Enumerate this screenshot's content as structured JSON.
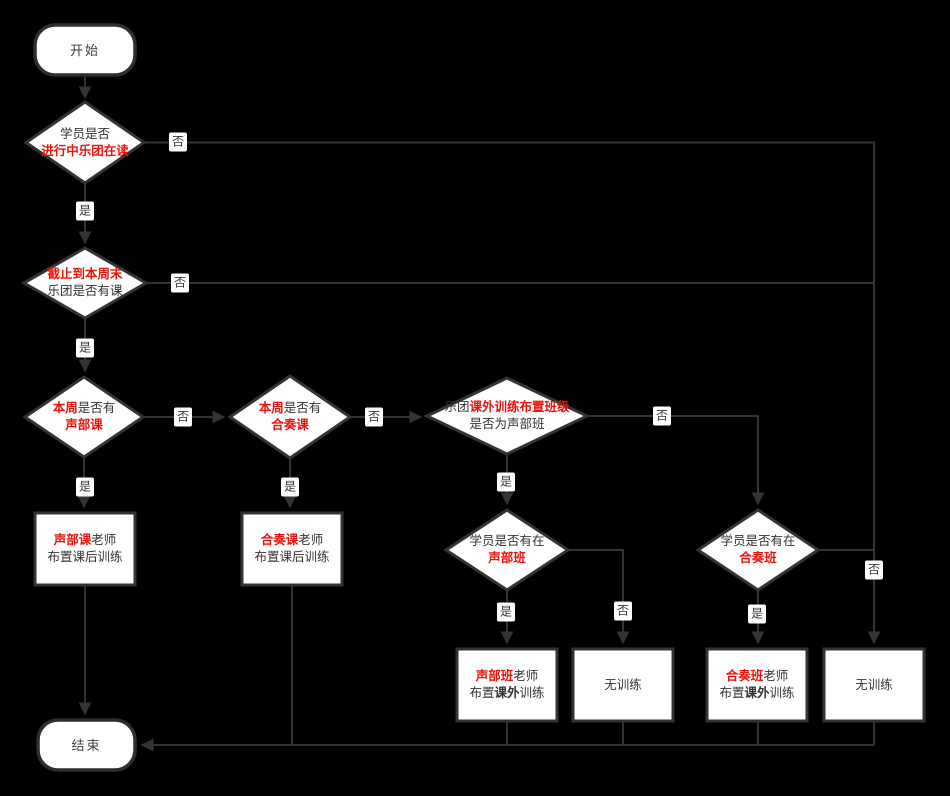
{
  "colors": {
    "background": "#000000",
    "line": "#333333",
    "shape_fill": "#ffffff",
    "shape_border": "#333333",
    "text": "#333333",
    "highlight_red": "#e8150d",
    "edge_label_bg": "#ffffff"
  },
  "edge_labels": {
    "yes": "是",
    "no": "否"
  },
  "nodes": {
    "start": {
      "label": "开始"
    },
    "end": {
      "label": "结束"
    },
    "enrolled": {
      "l1": "学员是否",
      "l2": "进行中乐团在读"
    },
    "week_class": {
      "l1": "截止到本周末",
      "l2": "乐团是否有课"
    },
    "vocal_class": {
      "l1a": "本周",
      "l1b": "是否有",
      "l2": "声部课"
    },
    "ensemble_class": {
      "l1a": "本周",
      "l1b": "是否有",
      "l2": "合奏课"
    },
    "assign_class": {
      "l1a": "乐团",
      "l1b": "课外训练布置班级",
      "l2": "是否为声部班"
    },
    "in_vocal": {
      "l1": "学员是否有在",
      "l2": "声部班"
    },
    "in_ensemble": {
      "l1": "学员是否有在",
      "l2": "合奏班"
    },
    "vocal_teacher": {
      "l1a": "声部课",
      "l1b": "老师",
      "l2": "布置课后训练"
    },
    "ensemble_teacher": {
      "l1a": "合奏课",
      "l1b": "老师",
      "l2": "布置课后训练"
    },
    "vocal_band_teacher": {
      "l1a": "声部班",
      "l1b": "老师",
      "l2a": "布置",
      "l2b": "课外",
      "l2c": "训练"
    },
    "no_training_left": {
      "label": "无训练"
    },
    "ensemble_band_teacher": {
      "l1a": "合奏班",
      "l1b": "老师",
      "l2a": "布置",
      "l2b": "课外",
      "l2c": "训练"
    },
    "no_training_right": {
      "label": "无训练"
    }
  }
}
